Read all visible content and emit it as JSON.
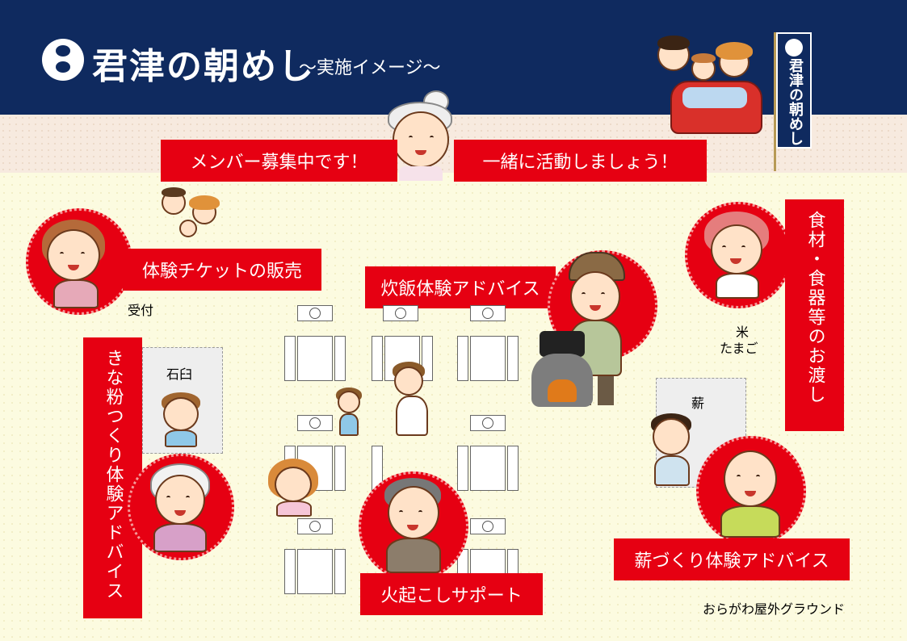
{
  "header": {
    "logo_text": "君津の朝めし",
    "subtitle": "〜実施イメージ〜"
  },
  "flag": {
    "text": "君津の朝めし"
  },
  "banner": {
    "left": "メンバー募集中です！",
    "right": "一緒に活動しましょう！"
  },
  "roles": {
    "tickets": "体験チケットの販売",
    "rice": "炊飯体験アドバイス",
    "ingredients": "食材・食器等のお渡し",
    "kinako": "きな粉つくり体験アドバイス",
    "fire": "火起こしサポート",
    "firewood": "薪づくり体験アドバイス"
  },
  "places": {
    "reception": "受付",
    "stone_mortar": "石臼",
    "rice_egg_line1": "米",
    "rice_egg_line2": "たまご",
    "firewood": "薪",
    "venue": "おらがわ屋外グラウンド"
  },
  "colors": {
    "header_bg": "#0f2a5f",
    "accent_red": "#e60012",
    "field_bg": "#fcfbe0"
  }
}
